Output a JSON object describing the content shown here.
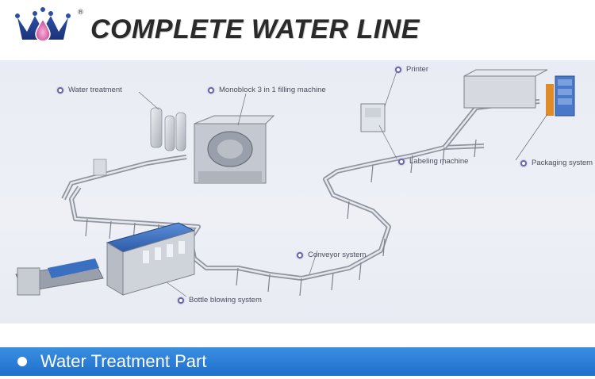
{
  "header": {
    "title": "COMPLETE WATER LINE",
    "registered_mark": "®",
    "logo_icon": "crown-drop-logo"
  },
  "diagram": {
    "labels": {
      "water_treatment": "Water treatment",
      "monoblock": "Monoblock 3 in 1 filling machine",
      "printer": "Printer",
      "labeling": "Labeling machine",
      "packaging": "Packaging system",
      "conveyor": "Conveyor system",
      "bottle_blowing": "Bottle blowing system"
    },
    "colors": {
      "label_dot": "#6a66a8",
      "machine_blue": "#3b6fc0",
      "machine_steel": "#c9ccd3"
    }
  },
  "section_bar": {
    "text": "Water Treatment Part",
    "color": "#2a7fd8"
  }
}
